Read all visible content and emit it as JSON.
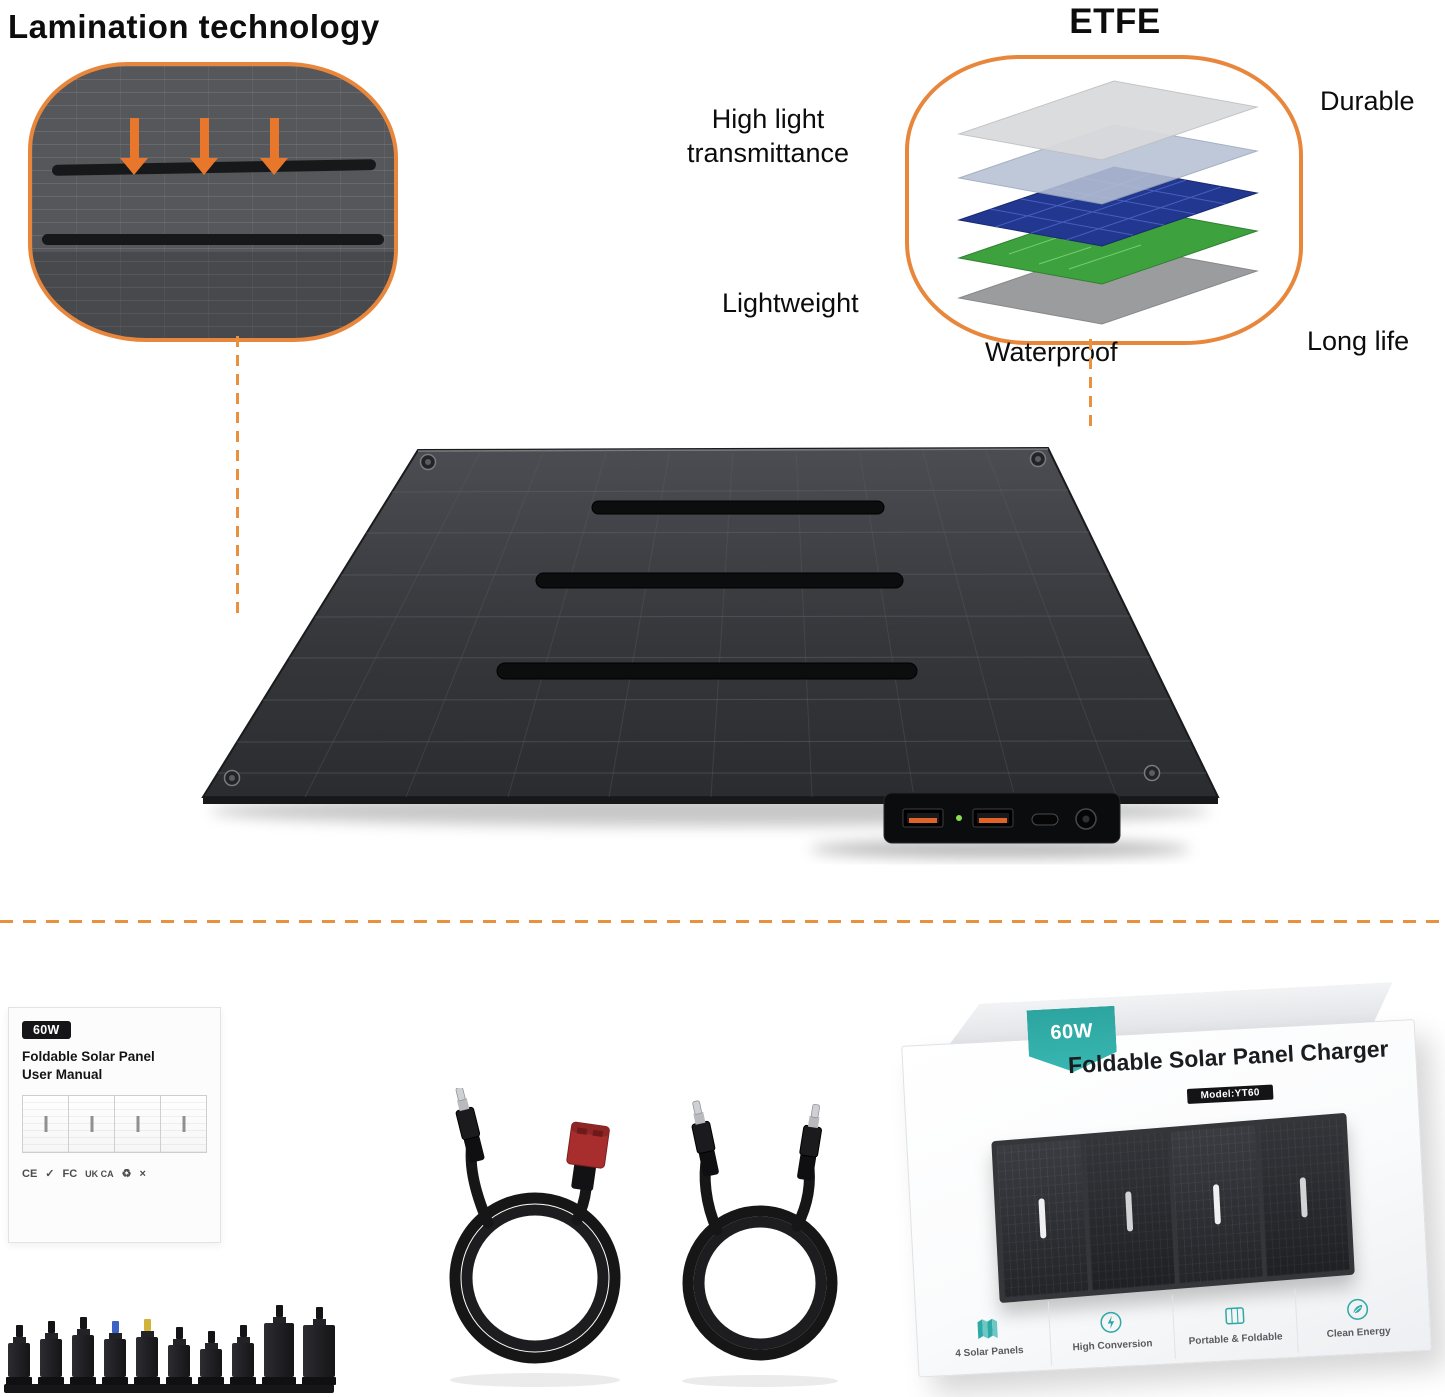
{
  "colors": {
    "accent": "#E8873C",
    "teal": "#2FA9A5"
  },
  "lamination": {
    "title": "Lamination technology"
  },
  "etfe": {
    "title": "ETFE",
    "labels": {
      "high_light": "High light transmittance",
      "durable": "Durable",
      "lightweight": "Lightweight",
      "waterproof": "Waterproof",
      "long_life": "Long life"
    }
  },
  "manual": {
    "badge": "60W",
    "title_line1": "Foldable Solar Panel",
    "title_line2": "User Manual",
    "certs": [
      "CE",
      "✓",
      "FC",
      "UK CA",
      "♻",
      "×"
    ]
  },
  "box": {
    "badge": "60W",
    "title": "Foldable Solar Panel Charger",
    "model": "Model:YT60",
    "features": [
      {
        "icon": "four-solar-panels-icon",
        "label": "4 Solar Panels"
      },
      {
        "icon": "high-conversion-icon",
        "label": "High Conversion"
      },
      {
        "icon": "portable-foldable-icon",
        "label": "Portable & Foldable"
      },
      {
        "icon": "clean-energy-icon",
        "label": "Clean Energy"
      }
    ]
  }
}
